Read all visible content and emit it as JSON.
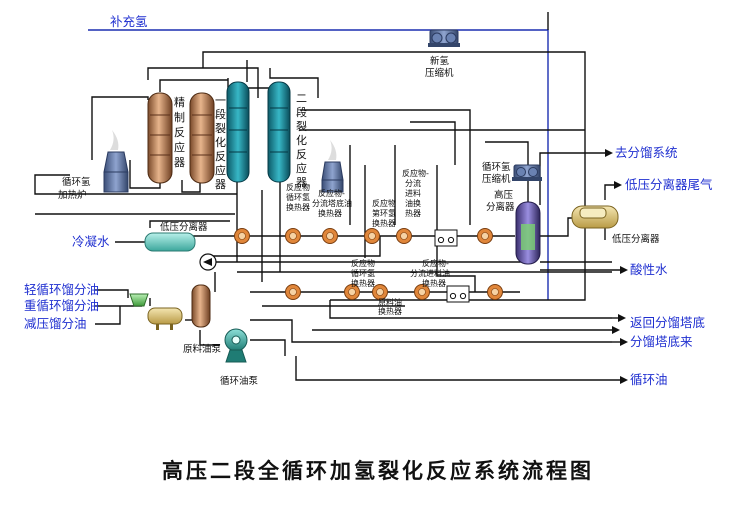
{
  "title": "高压二段全循环加氢裂化反应系统流程图",
  "streams": {
    "makeup_h2": "补充氢",
    "to_fractionation": "去分馏系统",
    "lp_separator_offgas": "低压分离器尾气",
    "cooling_water": "冷凝水",
    "sour_water": "酸性水",
    "light_cycle_oil": "轻循环馏分油",
    "heavy_cycle_oil": "重循环馏分油",
    "vacuum_distillate": "减压馏分油",
    "return_to_fractionator_bottom": "返回分馏塔底",
    "from_fractionator_bottom": "分馏塔底来",
    "cycle_oil": "循环油"
  },
  "equipment": {
    "new_h2_compressor": [
      "新氢",
      "压缩机"
    ],
    "recycle_h2_compressor": [
      "循环氢",
      "压缩机"
    ],
    "refining_reactor": [
      "精",
      "制",
      "反",
      "应",
      "器"
    ],
    "stage1_reactor": [
      "一",
      "段",
      "裂",
      "化",
      "反",
      "应",
      "器"
    ],
    "stage2_reactor": [
      "二",
      "段",
      "裂",
      "化",
      "反",
      "应",
      "器"
    ],
    "recycle_h2_furnace": [
      "循环氢",
      "加热炉"
    ],
    "hp_separator": [
      "高压",
      "分离器"
    ],
    "lp_separator_left": "低压分离器",
    "lp_separator_right": "低压分离器",
    "hx_a": [
      "反应物",
      "循环氢",
      "换热器"
    ],
    "hx_b": [
      "反应物-",
      "分流塔底油",
      "换热器"
    ],
    "hx_c": [
      "反应物",
      "第环氢",
      "换热器"
    ],
    "hx_d": [
      "反应物-",
      "分流",
      "进料",
      "油换",
      "热器"
    ],
    "hx_e": [
      "反应物",
      "循环氢",
      "换热器"
    ],
    "hx_f": [
      "反应物-",
      "分流进料油",
      "换热器"
    ],
    "hx_g": [
      "原料油",
      "换热器"
    ],
    "feed_pump": "原料油泵",
    "cycle_oil_pump": "循环油泵"
  }
}
